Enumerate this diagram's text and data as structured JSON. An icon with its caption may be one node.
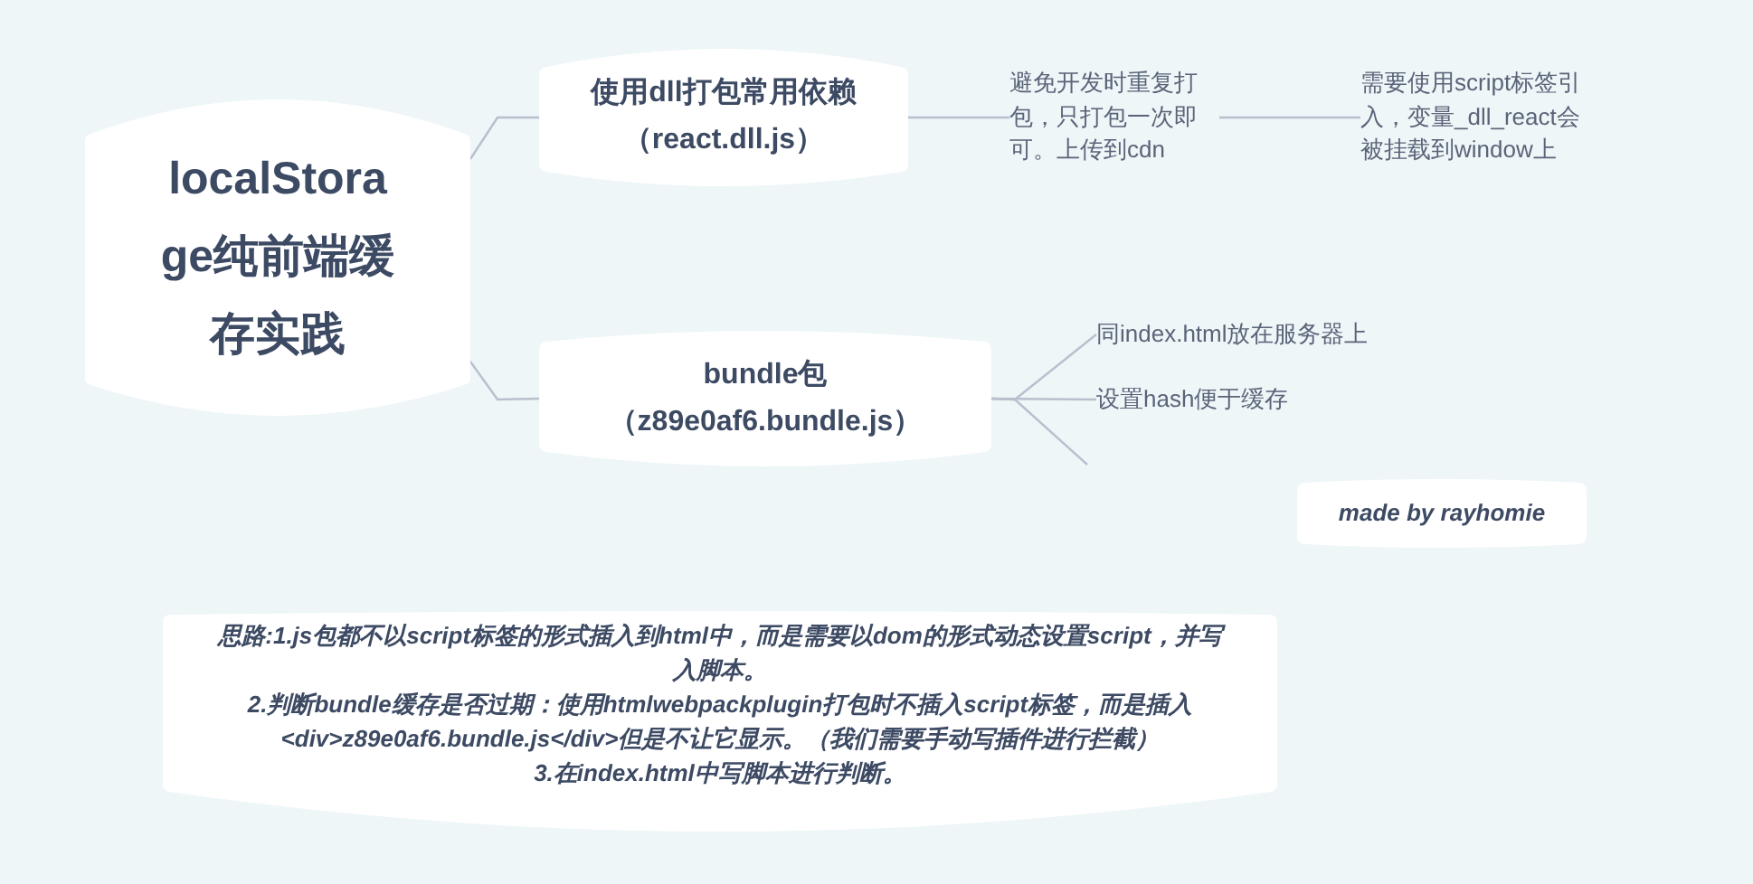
{
  "diagram": {
    "nodes": [
      {
        "text": [
          "localStorage纯前端缓存实践"
        ]
      },
      {
        "text": [
          "使用dll打包常用依赖（react.dll.js）"
        ]
      },
      {
        "text": [
          "bundle包（z89e0af6.bundle.js）"
        ]
      },
      {
        "text": [
          "避免开发时重复打包，只打包一次即可。上传到cdn"
        ]
      },
      {
        "text": [
          "需要使用script标签引入，变量_dll_react会被挂载到window上"
        ]
      },
      {
        "text": [
          "同index.html放在服务器上"
        ]
      },
      {
        "text": [
          "设置hash便于缓存"
        ]
      },
      {
        "text": [
          "made by rayhomie"
        ]
      },
      {
        "text": [
          "思路:1.js包都不以script标签的形式插入到html中，而是需要以dom的形式动态设置script，并写入脚本。",
          "2.判断bundle缓存是否过期：使用htmlwebpackplugin打包时不插入script标签，而是插入<div>z89e0af6.bundle.js</div>但是不让它显示。（我们需要手动写插件进行拦截）",
          "3.在index.html中写脚本进行判断。"
        ]
      }
    ],
    "edges": [
      {
        "from": 0,
        "to": 1,
        "arrow": "none"
      },
      {
        "from": 0,
        "to": 2,
        "arrow": "none"
      },
      {
        "from": 1,
        "to": 3,
        "arrow": "none"
      },
      {
        "from": 3,
        "to": 4,
        "arrow": "none"
      },
      {
        "from": 2,
        "to": 5,
        "arrow": "none"
      },
      {
        "from": 2,
        "to": 6,
        "arrow": "none"
      },
      {
        "from": 2,
        "to": null,
        "arrow": "none"
      }
    ]
  }
}
